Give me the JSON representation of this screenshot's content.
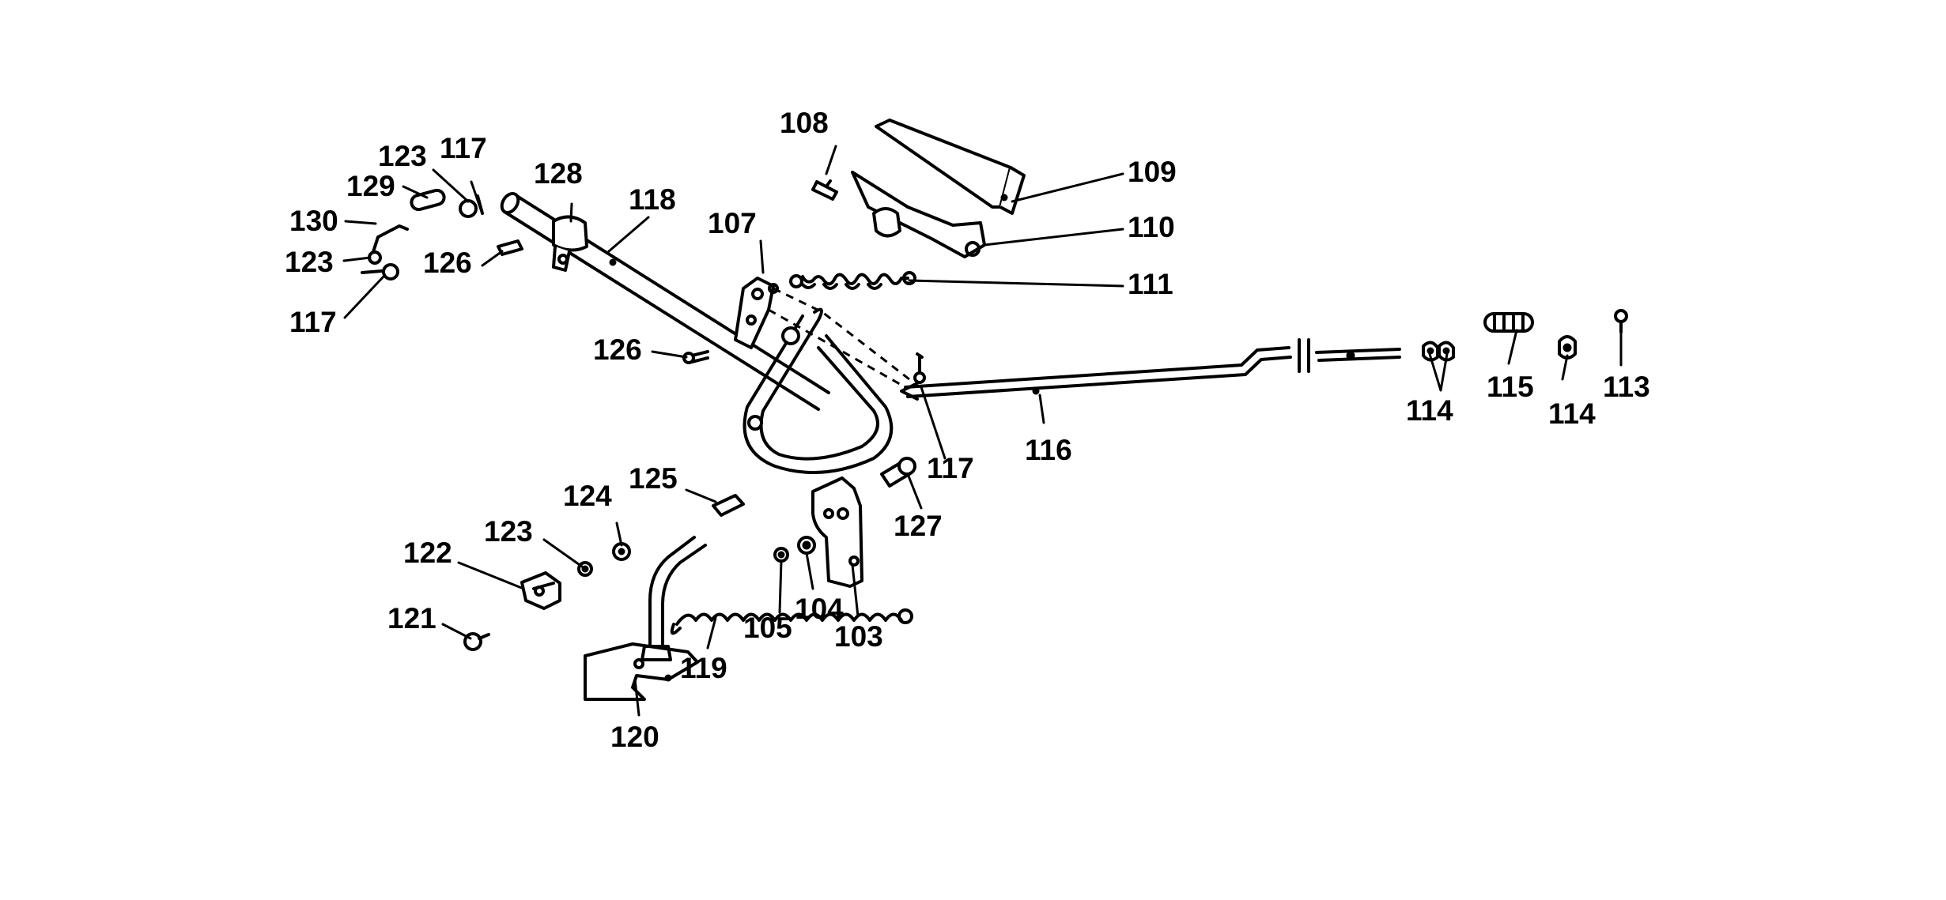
{
  "labels": {
    "l108": "108",
    "l109": "109",
    "l110": "110",
    "l111": "111",
    "l107": "107",
    "l118": "118",
    "l128": "128",
    "l123a": "123",
    "l117a": "117",
    "l129": "129",
    "l130": "130",
    "l123b": "123",
    "l117b": "117",
    "l126a": "126",
    "l126b": "126",
    "l116": "116",
    "l117c": "117",
    "l127": "127",
    "l114a": "114",
    "l115": "115",
    "l114b": "114",
    "l113": "113",
    "l125": "125",
    "l124": "124",
    "l123c": "123",
    "l122": "122",
    "l121": "121",
    "l119": "119",
    "l120": "120",
    "l105": "105",
    "l104": "104",
    "l103": "103"
  }
}
